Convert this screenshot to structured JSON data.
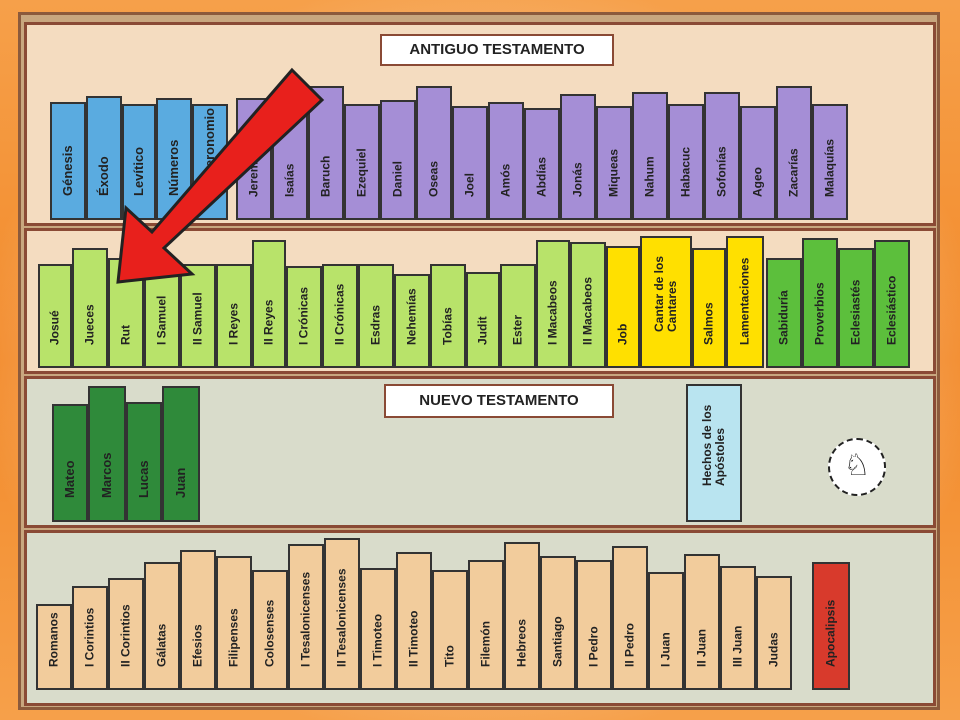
{
  "titles": {
    "old": "ANTIGUO TESTAMENTO",
    "new": "NUEVO TESTAMENTO"
  },
  "colors": {
    "pentateuch": "#5aabe0",
    "prophets": "#a58ed6",
    "historical": "#b8e36a",
    "poetic": "#ffe000",
    "wisdom": "#5cbf3c",
    "gospels": "#2f8a3a",
    "acts": "#b9e4f0",
    "epistles": "#f2cc9c",
    "revelation": "#d83a2c",
    "arrow": "#e8201c"
  },
  "books": {
    "pentateuch": [
      "Génesis",
      "Éxodo",
      "Levítico",
      "Números",
      "Deuteronomio"
    ],
    "prophets": [
      "Jeremías",
      "Isaías",
      "Baruch",
      "Ezequiel",
      "Daniel",
      "Oseas",
      "Joel",
      "Amós",
      "Abdías",
      "Jonás",
      "Miqueas",
      "Nahum",
      "Habacuc",
      "Sofonías",
      "Ageo",
      "Zacarías",
      "Malaquías"
    ],
    "historical": [
      "Josué",
      "Jueces",
      "Rut",
      "I Samuel",
      "II Samuel",
      "I Reyes",
      "II Reyes",
      "I Crónicas",
      "II Crónicas",
      "Esdras",
      "Nehemías",
      "Tobías",
      "Judit",
      "Ester",
      "I Macabeos",
      "II Macabeos"
    ],
    "poetic": [
      "Job",
      "Cantar de los\nCantares",
      "Salmos",
      "Lamentaciones"
    ],
    "wisdom": [
      "Sabiduría",
      "Proverbios",
      "Eclesiastés",
      "Eclesiástico"
    ],
    "gospels": [
      "Mateo",
      "Marcos",
      "Lucas",
      "Juan"
    ],
    "acts": [
      "Hechos de los\nApóstoles"
    ],
    "epistles": [
      "Romanos",
      "I Corintios",
      "II Corintios",
      "Gálatas",
      "Efesios",
      "Filipenses",
      "Colosenses",
      "I Tesalonicenses",
      "II Tesalonicenses",
      "I Timoteo",
      "II Timoteo",
      "Tito",
      "Filemón",
      "Hebreos",
      "Santiago",
      "I Pedro",
      "II Pedro",
      "I Juan",
      "II Juan",
      "III Juan",
      "Judas"
    ],
    "revelation": [
      "Apocalipsis"
    ]
  }
}
